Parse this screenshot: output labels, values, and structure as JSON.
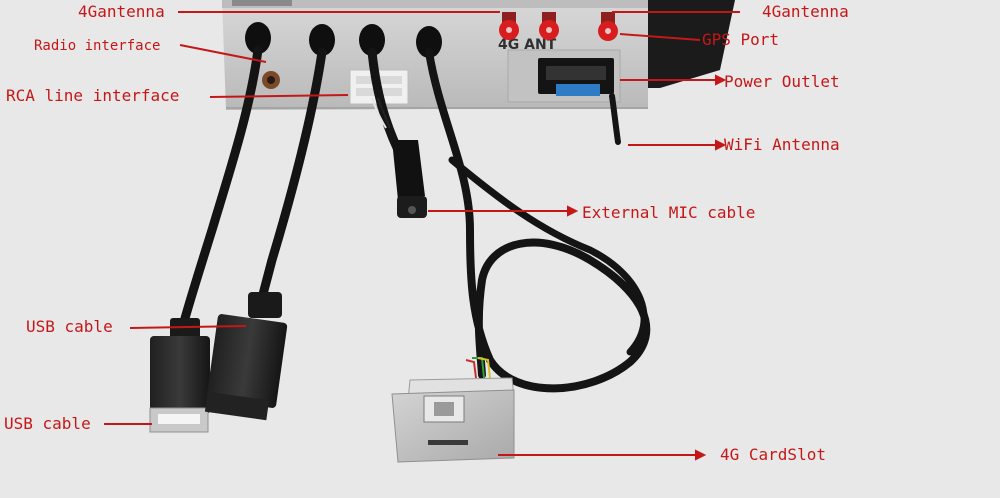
{
  "labels": {
    "antenna_left": "4Gantenna",
    "antenna_right": "4Gantenna",
    "radio_interface": "Radio interface",
    "gps_port": "GPS Port",
    "rca_line_interface": "RCA line interface",
    "power_outlet": "Power Outlet",
    "wifi_antenna": "WiFi Antenna",
    "external_mic": "External MIC cable",
    "usb_cable_upper": "USB cable",
    "usb_cable_lower": "USB cable",
    "card_slot": "4G CardSlot"
  },
  "panel_text": "4G ANT",
  "colors": {
    "label": "#c41818",
    "antenna_connector": "#e02020",
    "background": "#e9e8e8",
    "cable": "#141414",
    "unit_body": "#c9c9c9"
  }
}
